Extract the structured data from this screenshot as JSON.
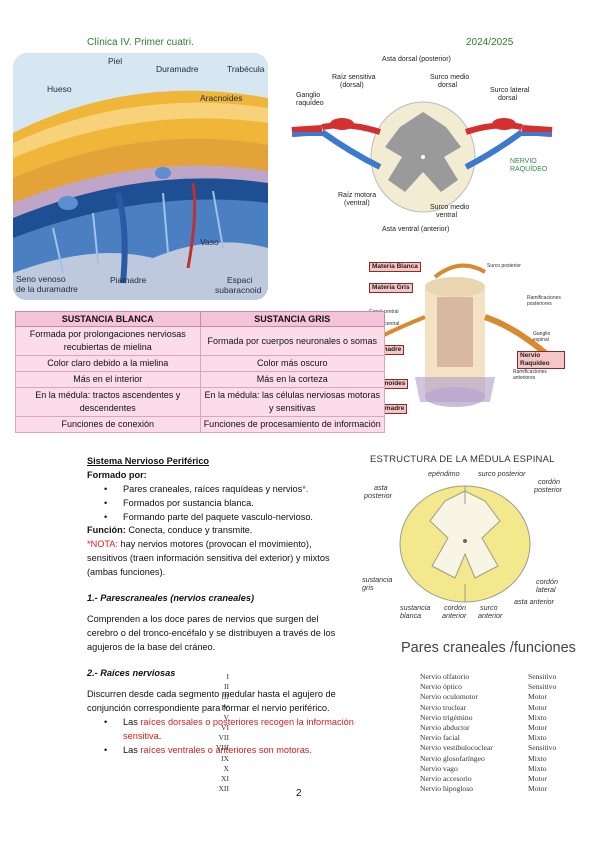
{
  "header": {
    "left": "Clínica IV. Primer cuatri.",
    "right": "2024/2025"
  },
  "meninges_labels": {
    "piel": "Piel",
    "duramadre": "Duramadre",
    "trabecula": "Trabécula",
    "hueso": "Hueso",
    "aracnoides": "Aracnoides",
    "vaso": "Vaso",
    "seno_1": "Seno venoso",
    "seno_2": "de la duramadre",
    "piamadre": "Piamadre",
    "espacio_1": "Espaci",
    "espacio_2": "subaracnoid"
  },
  "cord_labels": {
    "asta_dorsal": "Asta dorsal (posterior)",
    "raiz_sensitiva_1": "Raíz sensitiva",
    "raiz_sensitiva_2": "(dorsal)",
    "surco_medio_dorsal_1": "Surco medio",
    "surco_medio_dorsal_2": "dorsal",
    "ganglio_1": "Ganglio",
    "ganglio_2": "raquídeo",
    "surco_lateral_1": "Surco lateral",
    "surco_lateral_2": "dorsal",
    "nervio_1": "NERVIO",
    "nervio_2": "RAQUÍDEO",
    "raiz_motora_1": "Raíz motora",
    "raiz_motora_2": "(ventral)",
    "surco_medio_ventral_1": "Surco medio",
    "surco_medio_ventral_2": "ventral",
    "asta_ventral": "Asta ventral (anterior)"
  },
  "cord3d_labels": {
    "materia_blanca": "Materia Blanca",
    "materia_gris": "Materia Gris",
    "piamadre": "Piamadre",
    "aracnoides": "Aracnoides",
    "duramadre": "Duramadre",
    "nervio_raquideo": "Nervio Raquídeo",
    "surco_posterior": "Surco posterior",
    "ramif_post_1": "Ramificaciones",
    "ramif_post_2": "posteriores",
    "canal_central": "Canal central",
    "fisura_central": "Fisura central",
    "ganglio_1": "Ganglio",
    "ganglio_2": "espinal",
    "ramif_ant_1": "Ramificaciones",
    "ramif_ant_2": "anteriores"
  },
  "table": {
    "headers": [
      "SUSTANCIA BLANCA",
      "SUSTANCIA GRIS"
    ],
    "rows": [
      [
        "Formada por prolongaciones nerviosas recubiertas de mielina",
        "Formada por cuerpos neuronales o somas"
      ],
      [
        "Color claro debido a la mielina",
        "Color más oscuro"
      ],
      [
        "Más en el interior",
        "Más en la corteza"
      ],
      [
        "En la médula: tractos ascendentes y descendentes",
        "En la médula: las células nerviosas motoras y sensitivas"
      ],
      [
        "Funciones de conexión",
        "Funciones de procesamiento de información"
      ]
    ]
  },
  "body": {
    "title": "Sistema Nervioso Periférico",
    "formado_label": "Formado por:",
    "bullets1": [
      {
        "text": "Pares craneales, raíces raquídeas y nervios",
        "star": "*."
      },
      {
        "text": "Formados por sustancia blanca."
      },
      {
        "text": "Formando parte del paquete vasculo-nervioso."
      }
    ],
    "funcion_label": "Función:",
    "funcion_text": " Conecta, conduce y transmite.",
    "nota_label": "*NOTA:",
    "nota_l1": " hay nervios motores (provocan el movimiento),",
    "nota_l2": "sensitivos (traen información sensitiva del exterior) y mixtos",
    "nota_l3": "(ambas funciones).",
    "sec1_title": "1.- Parescraneales (nervios craneales)",
    "sec1_l1": "Comprenden a los doce pares de nervios que surgen del",
    "sec1_l2": "cerebro o del tronco-encéfalo y se distribuyen a través de los",
    "sec1_l3": "agujeros de la base del cráneo.",
    "sec2_title": "2.- Raíces nerviosas",
    "sec2_l1": "Discurren desde cada segmento medular hasta el agujero de",
    "sec2_l2": "conjunción correspondiente para formar el nervio periférico.",
    "bullets2": [
      {
        "pre": "Las ",
        "red": "raíces dorsales o posteriores recogen la información",
        "red2": "sensitiva",
        "post": "."
      },
      {
        "pre": "Las ",
        "red": "raíces ventrales o anteriores son motoras.",
        "post": ""
      }
    ]
  },
  "estructura": {
    "title": "ESTRUCTURA DE LA MÉDULA ESPINAL",
    "ependimo": "epéndimo",
    "surco_post_1": "surco posterior",
    "cordon_post_1": "cordón",
    "cordon_post_2": "posterior",
    "asta_post_1": "asta",
    "asta_post_2": "posterior",
    "sustancia_gris_1": "sustancia",
    "sustancia_gris_2": "gris",
    "cordon_lat_1": "cordón",
    "cordon_lat_2": "lateral",
    "sustancia_blanca_1": "sustancia",
    "sustancia_blanca_2": "blanca",
    "cordon_ant_1": "cordón",
    "cordon_ant_2": "anterior",
    "surco_ant_1": "surco",
    "surco_ant_2": "anterior",
    "asta_anterior": "asta anterior"
  },
  "pares": {
    "title": "Pares craneales /funciones",
    "rows": [
      [
        "I",
        "Nervio olfatorio",
        "Sensitivo"
      ],
      [
        "II",
        "Nervio óptico",
        "Sensitivo"
      ],
      [
        "III",
        "Nervio oculomotor",
        "Motor"
      ],
      [
        "IV",
        "Nervio troclear",
        "Motor"
      ],
      [
        "V",
        "Nervio trigémino",
        "Mixto"
      ],
      [
        "VI",
        "Nervio abductor",
        "Motor"
      ],
      [
        "VII",
        "Nervio facial",
        "Mixto"
      ],
      [
        "VIII",
        "Nervio vestibulococlear",
        "Sensitivo"
      ],
      [
        "IX",
        "Nervio glosofaríngeo",
        "Mixto"
      ],
      [
        "X",
        "Nervio vago",
        "Mixto"
      ],
      [
        "XI",
        "Nervio accesorio",
        "Motor"
      ],
      [
        "XII",
        "Nervio hipogloso",
        "Motor"
      ]
    ]
  },
  "page_number": "2"
}
